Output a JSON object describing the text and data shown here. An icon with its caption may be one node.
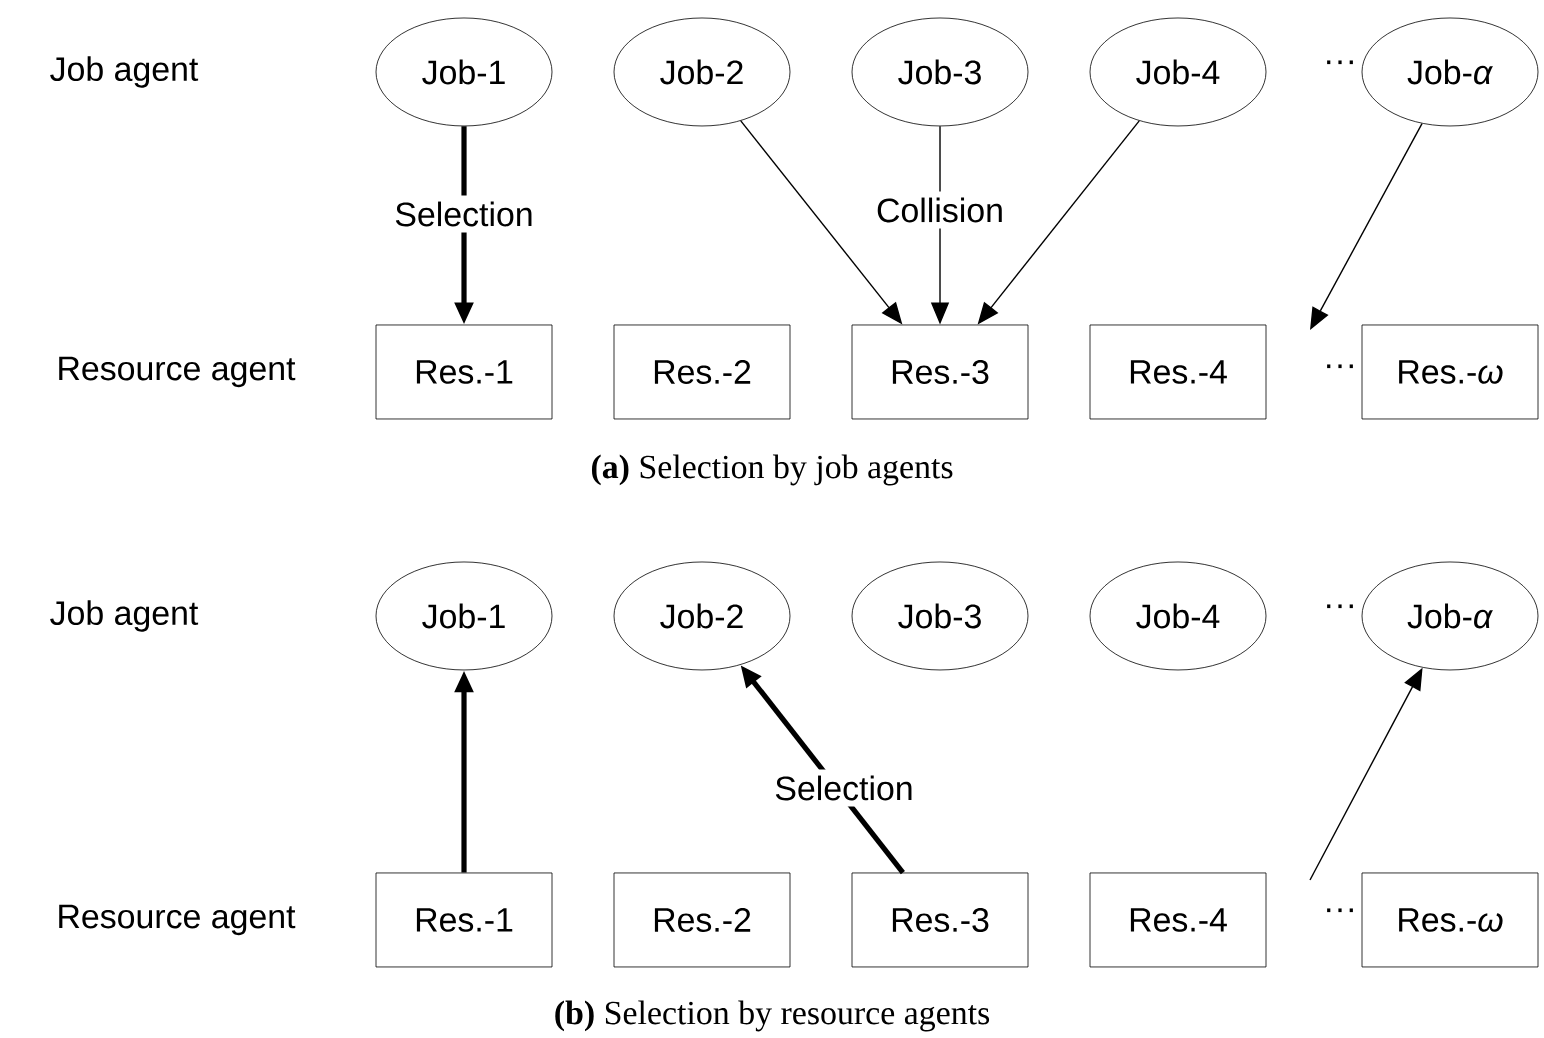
{
  "diagram": {
    "nodes": [
      {
        "text": [
          "Job-1"
        ]
      },
      {
        "text": [
          "Job-2"
        ]
      },
      {
        "text": [
          "Job-3"
        ]
      },
      {
        "text": [
          "Job-4"
        ]
      },
      {
        "text": [
          "Job-*α*"
        ]
      },
      {
        "text": [
          "Res.-1"
        ]
      },
      {
        "text": [
          "Res.-2"
        ]
      },
      {
        "text": [
          "Res.-3"
        ]
      },
      {
        "text": [
          "Res.-4"
        ]
      },
      {
        "text": [
          "Res.-*ω*"
        ]
      },
      {
        "text": [
          "Job-1"
        ]
      },
      {
        "text": [
          "Job-2"
        ]
      },
      {
        "text": [
          "Job-3"
        ]
      },
      {
        "text": [
          "Job-4"
        ]
      },
      {
        "text": [
          "Job-*α*"
        ]
      },
      {
        "text": [
          "Res.-1"
        ]
      },
      {
        "text": [
          "Res.-2"
        ]
      },
      {
        "text": [
          "Res.-3"
        ]
      },
      {
        "text": [
          "Res.-4"
        ]
      },
      {
        "text": [
          "Res.-*ω*"
        ]
      }
    ],
    "edges": [
      {
        "from": 0,
        "to": 5,
        "arrow": "to",
        "label": "Selection",
        "style": "thick"
      },
      {
        "from": 1,
        "to": 7,
        "arrow": "to"
      },
      {
        "from": 2,
        "to": 7,
        "arrow": "to",
        "label": "Collision"
      },
      {
        "from": 3,
        "to": 7,
        "arrow": "to"
      },
      {
        "from": 4,
        "to": null,
        "arrow": "to"
      },
      {
        "from": 15,
        "to": 10,
        "arrow": "to",
        "style": "thick"
      },
      {
        "from": 17,
        "to": 11,
        "arrow": "to",
        "label": "Selection",
        "style": "thick"
      },
      {
        "from": null,
        "to": 14,
        "arrow": "to"
      }
    ],
    "labels": [
      "Job agent",
      "···",
      "Resource agent",
      "···",
      "**(a)** Selection by job agents",
      "Job agent",
      "···",
      "Resource agent",
      "···",
      "**(b)** Selection by resource agents"
    ]
  }
}
